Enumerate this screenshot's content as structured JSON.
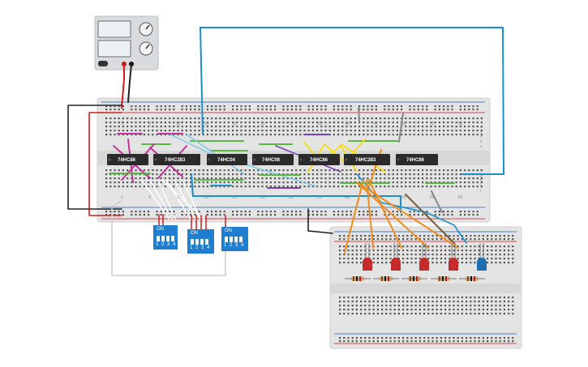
{
  "chips": [
    "74HC86",
    "74HC283",
    "74HC04",
    "74HC08",
    "74HC86",
    "74HC283",
    "74HC86"
  ],
  "dip_switches": [
    {
      "label": "ON",
      "positions": "1 2 3 4"
    },
    {
      "label": "ON",
      "positions": "1 2 3 4"
    },
    {
      "label": "ON",
      "positions": "1 2 3 4"
    }
  ],
  "breadboard_main": {
    "column_numbers": [
      "1",
      "5",
      "10",
      "15",
      "20",
      "25",
      "30",
      "35",
      "40",
      "45",
      "50",
      "55",
      "60"
    ],
    "row_letters_top": [
      "a",
      "b",
      "c",
      "d",
      "e"
    ],
    "row_letters_bottom": [
      "f",
      "g",
      "h",
      "i",
      "j"
    ]
  },
  "leds": [
    {
      "color": "red"
    },
    {
      "color": "red"
    },
    {
      "color": "red"
    },
    {
      "color": "red"
    },
    {
      "color": "blue"
    }
  ],
  "colors": {
    "breadboard": "#e4e4e4",
    "chip": "#2b2b2b",
    "dip": "#1f7ecf",
    "wire_blue": "#1a8fce",
    "wire_red": "#d11b1b",
    "wire_black": "#222222",
    "wire_orange": "#f28c1a"
  }
}
